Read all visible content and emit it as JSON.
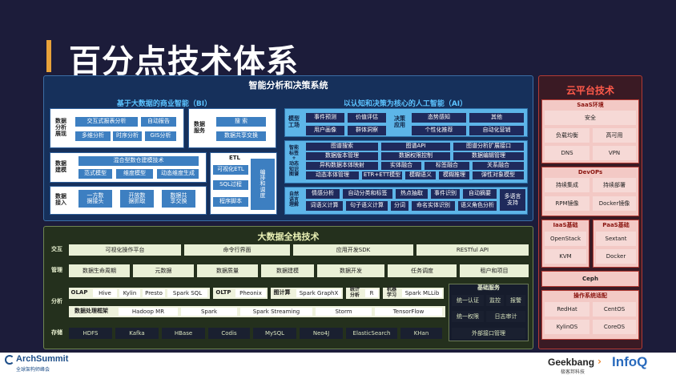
{
  "slide_title": "百分点技术体系",
  "intel": {
    "title": "智能分析和决策系统",
    "bi": {
      "title": "基于大数据的商业智能（BI）",
      "visual": {
        "label": "数据\n分析\n展现",
        "items": [
          "交互式报表分析",
          "自动报告",
          "多维分析",
          "时序分析",
          "GIS分析"
        ]
      },
      "service": {
        "label": "数据\n服务",
        "items": [
          "搜 索",
          "数据共享交换"
        ]
      },
      "model": {
        "label": "数据\n建模",
        "items": [
          "混合型数仓建模技术",
          "范式模型",
          "维度模型",
          "动态维度生成"
        ]
      },
      "ingest": {
        "label": "数据\n接入",
        "items": [
          "一方数\n据接头",
          "开放数\n据抓取",
          "数据共\n享交换"
        ]
      },
      "etl": {
        "title": "ETL",
        "items": [
          "可视化ETL",
          "SQL过程",
          "程序脚本"
        ],
        "vertical": "编\n排\n和\n调\n度"
      }
    },
    "ai": {
      "title": "以认知和决策为核心的人工智能（AI）",
      "modelfactory": {
        "label": "模型\n工场",
        "items": [
          "事件预测",
          "价值评估",
          "用户画像",
          "群体洞察"
        ]
      },
      "decision": {
        "label": "决策\n应用",
        "items": [
          "态势感知",
          "其他",
          "个性化推荐",
          "自动化营销"
        ]
      },
      "knowledge": {
        "label": "智能\n标签\n+\n动态\n知识\n图谱",
        "rows": [
          [
            "图谱搜索",
            "图谱API",
            "图谱分析扩展接口"
          ],
          [
            "数据版本管理",
            "数据权限控制",
            "数据编辑管理"
          ],
          [
            "异构数据本体映射",
            "实体融合",
            "标签融合",
            "关系融合"
          ],
          [
            "动态本体管理",
            "ETR+ETT模型",
            "模糊语义",
            "模糊推理",
            "弹性对象模型"
          ]
        ]
      },
      "nlp": {
        "label": "自然\n语言\n理解",
        "rows": [
          [
            "情感分析",
            "自动分类和标签",
            "热点抽取",
            "事件识别",
            "自动摘要"
          ],
          [
            "词语义计算",
            "句子语义计算",
            "分词",
            "命名实体识别",
            "语义角色分析"
          ]
        ],
        "multi": "多语言\n支持"
      }
    }
  },
  "cloud": {
    "title": "云平台技术",
    "saas": {
      "label": "SaaS环境",
      "items": [
        "安全",
        "负载均衡",
        "高可用",
        "DNS",
        "VPN"
      ]
    },
    "devops": {
      "label": "DevOPs",
      "items": [
        "持续集成",
        "持续部署",
        "RPM镜像",
        "Docker镜像"
      ]
    },
    "iaas": {
      "label": "IaaS基础",
      "items": [
        "OpenStack",
        "KVM"
      ]
    },
    "paas": {
      "label": "PaaS基础",
      "items": [
        "Sextant",
        "Docker"
      ]
    },
    "ceph": "Ceph",
    "os": {
      "label": "操作系统适配",
      "items": [
        "RedHat",
        "CentOS",
        "KylinOS",
        "CoreOS"
      ]
    }
  },
  "bigdata": {
    "title": "大数据全栈技术",
    "interaction": {
      "label": "交互",
      "items": [
        "可视化操作平台",
        "命令行界面",
        "应用开发SDK",
        "RESTful API"
      ]
    },
    "manage": {
      "label": "管理",
      "items": [
        "数据生命周期",
        "元数据",
        "数据质量",
        "数据建模",
        "数据开发",
        "任务调度",
        "租户和项目"
      ]
    },
    "analysis": {
      "label": "分析",
      "olap": {
        "label": "OLAP",
        "items": [
          "Hive",
          "Kylin",
          "Presto",
          "Spark SQL"
        ]
      },
      "oltp": {
        "label": "OLTP",
        "items": [
          "Pheonix"
        ]
      },
      "graph": {
        "label": "图计算",
        "items": [
          "Spark GraphX"
        ]
      },
      "stats": {
        "label": "统计\n分析",
        "items": [
          "R"
        ]
      },
      "ml": {
        "label": "机器\n学习",
        "items": [
          "Spark MLLib"
        ]
      },
      "framework": {
        "label": "数据处理框架",
        "items": [
          "Hadoop MR",
          "Spark",
          "Spark Streaming",
          "Storm",
          "TensorFlow"
        ]
      }
    },
    "storage": {
      "label": "存储",
      "items": [
        "HDFS",
        "Kafka",
        "HBase",
        "Codis",
        "MySQL",
        "Neo4J",
        "ElasticSearch",
        "KHan"
      ]
    },
    "basic": {
      "label": "基础服务",
      "items": [
        "统一认证",
        "监控",
        "报警",
        "统一权限",
        "日志审计"
      ],
      "external": "外部接口管理"
    }
  },
  "footer": {
    "left_logo": "ArchSummit",
    "left_sub": "全球架构师峰会",
    "geek": "Geekbang",
    "geek_sub": "极客邦科技",
    "infoq": "InfoQ"
  },
  "colors": {
    "bg": "#1c1c3a",
    "accent": "#e8a23a",
    "blue": "#3d7fc1",
    "green": "#6f8550",
    "red": "#b33a34"
  }
}
